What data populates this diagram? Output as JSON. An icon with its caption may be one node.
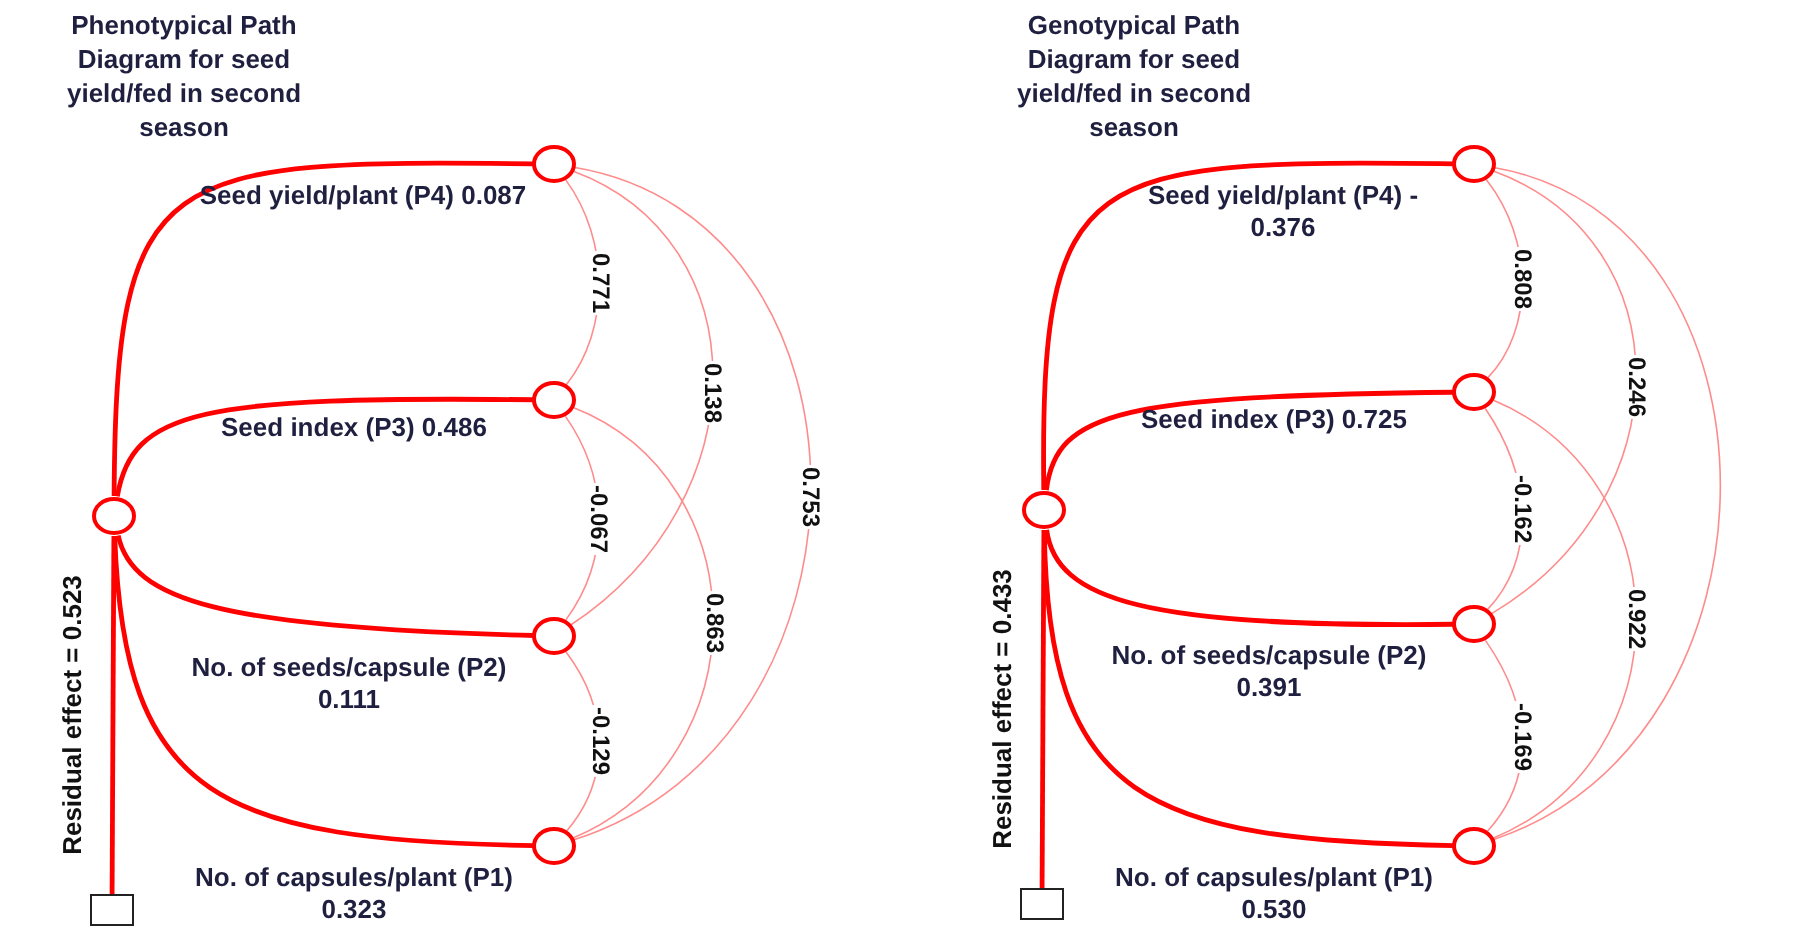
{
  "diagram": {
    "nodes": [
      {
        "text": [],
        "shape": "circle"
      },
      {
        "text": [],
        "shape": "circle",
        "beside": [
          "Seed yield/plant (P4) 0.087"
        ]
      },
      {
        "text": [],
        "shape": "circle",
        "beside": [
          "Seed index (P3) 0.486"
        ]
      },
      {
        "text": [],
        "shape": "circle",
        "beside": [
          "No. of seeds/capsule (P2) 0.111"
        ]
      },
      {
        "text": [],
        "shape": "circle",
        "beside": [
          "No. of capsules/plant (P1) 0.323"
        ]
      },
      {
        "text": [],
        "shape": "box"
      },
      {
        "text": [],
        "shape": "circle"
      },
      {
        "text": [],
        "shape": "circle",
        "beside": [
          "Seed yield/plant (P4) - 0.376"
        ]
      },
      {
        "text": [],
        "shape": "circle",
        "beside": [
          "Seed index (P3) 0.725"
        ]
      },
      {
        "text": [],
        "shape": "circle",
        "beside": [
          "No. of seeds/capsule (P2) 0.391"
        ]
      },
      {
        "text": [],
        "shape": "circle",
        "beside": [
          "No. of capsules/plant (P1) 0.530"
        ]
      },
      {
        "text": [],
        "shape": "box"
      }
    ],
    "edges": [
      {
        "from": 0,
        "to": 1,
        "arrow": "none",
        "style": "thick",
        "color": "#ff0000"
      },
      {
        "from": 0,
        "to": 2,
        "arrow": "none",
        "style": "thick",
        "color": "#ff0000"
      },
      {
        "from": 0,
        "to": 3,
        "arrow": "none",
        "style": "thick",
        "color": "#ff0000"
      },
      {
        "from": 0,
        "to": 4,
        "arrow": "none",
        "style": "thick",
        "color": "#ff0000"
      },
      {
        "from": 0,
        "to": 5,
        "arrow": "none",
        "style": "thick",
        "color": "#ff0000",
        "label": "Residual effect = 0.523"
      },
      {
        "from": 1,
        "to": 2,
        "arrow": "none",
        "label": "0.771"
      },
      {
        "from": 2,
        "to": 3,
        "arrow": "none",
        "label": "-0.067"
      },
      {
        "from": 3,
        "to": 4,
        "arrow": "none",
        "label": "-0.129"
      },
      {
        "from": 1,
        "to": 3,
        "arrow": "none",
        "label": "0.138"
      },
      {
        "from": 2,
        "to": 4,
        "arrow": "none",
        "label": "0.863"
      },
      {
        "from": 1,
        "to": 4,
        "arrow": "none",
        "label": "0.753"
      },
      {
        "from": 6,
        "to": 7,
        "arrow": "none",
        "style": "thick",
        "color": "#ff0000"
      },
      {
        "from": 6,
        "to": 8,
        "arrow": "none",
        "style": "thick",
        "color": "#ff0000"
      },
      {
        "from": 6,
        "to": 9,
        "arrow": "none",
        "style": "thick",
        "color": "#ff0000"
      },
      {
        "from": 6,
        "to": 10,
        "arrow": "none",
        "style": "thick",
        "color": "#ff0000"
      },
      {
        "from": 6,
        "to": 11,
        "arrow": "none",
        "style": "thick",
        "color": "#ff0000",
        "label": "Residual effect = 0.433"
      },
      {
        "from": 7,
        "to": 8,
        "arrow": "none",
        "label": "0.808"
      },
      {
        "from": 8,
        "to": 9,
        "arrow": "none",
        "label": "-0.162"
      },
      {
        "from": 9,
        "to": 10,
        "arrow": "none",
        "label": "-0.169"
      },
      {
        "from": 7,
        "to": 9,
        "arrow": "none",
        "label": "0.246"
      },
      {
        "from": 8,
        "to": 10,
        "arrow": "none",
        "label": "0.922"
      },
      {
        "from": 7,
        "to": 10,
        "arrow": "none"
      }
    ],
    "labels": [
      "Phenotypical Path Diagram for seed yield/fed in second season",
      "Genotypical Path Diagram for seed yield/fed in second season"
    ]
  }
}
